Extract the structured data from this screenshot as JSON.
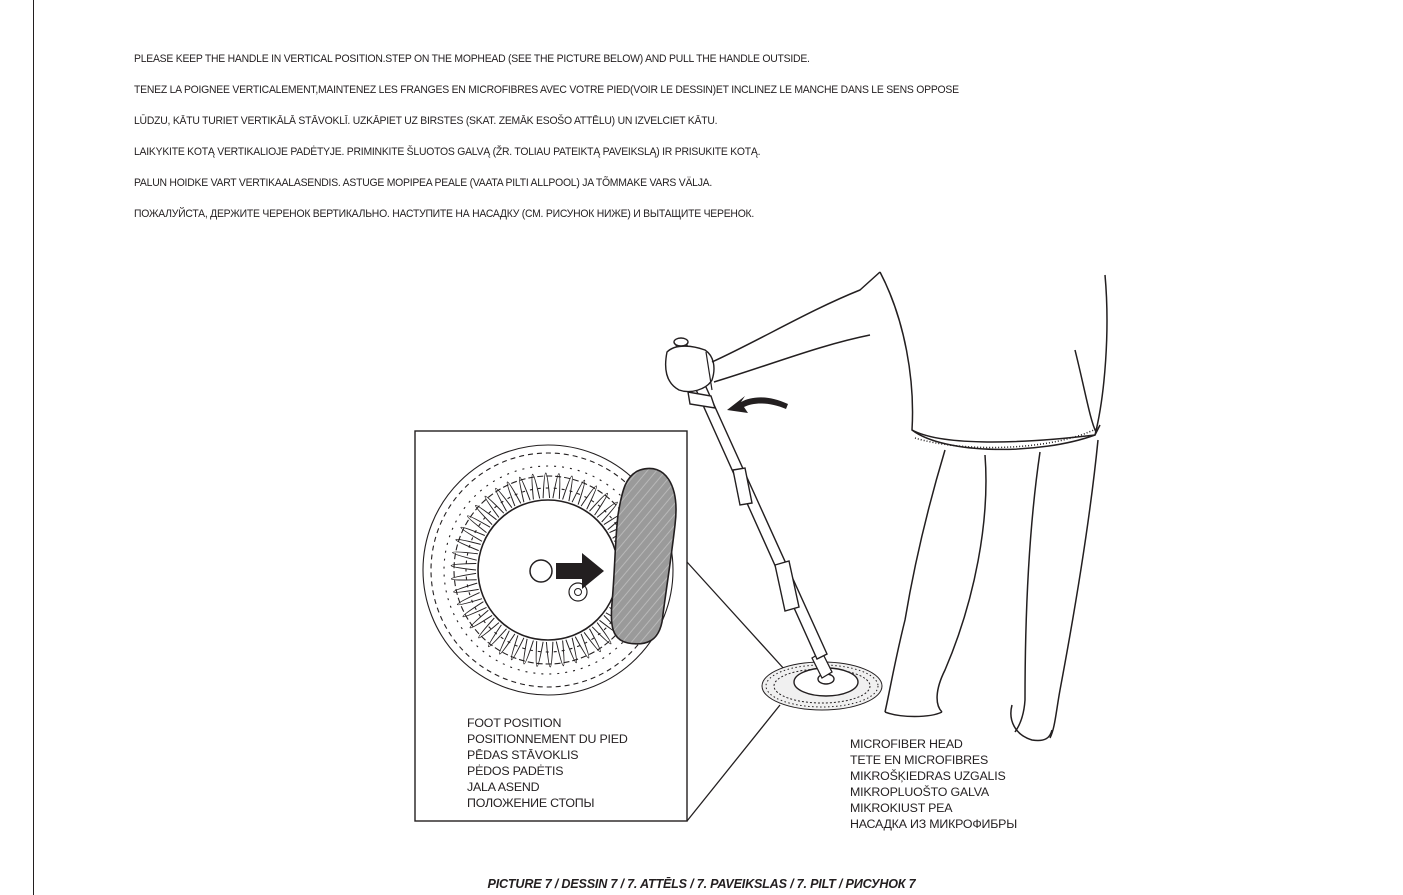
{
  "instructions": [
    "PLEASE KEEP THE HANDLE IN VERTICAL POSITION.STEP ON THE MOPHEAD (SEE THE PICTURE BELOW) AND PULL THE HANDLE OUTSIDE.",
    "TENEZ LA POIGNEE VERTICALEMENT,MAINTENEZ LES FRANGES EN MICROFIBRES AVEC VOTRE PIED(VOIR LE DESSIN)ET INCLINEZ LE MANCHE DANS LE SENS OPPOSE",
    "LŪDZU, KĀTU TURIET VERTIKĀLĀ STĀVOKLĪ. UZKĀPIET UZ BIRSTES (SKAT. ZEMĀK ESOŠO ATTĒLU) UN IZVELCIET KĀTU.",
    "LAIKYKITE KOTĄ VERTIKALIOJE PADĖTYJE. PRIMINKITE ŠLUOTOS GALVĄ (ŽR. TOLIAU PATEIKTĄ PAVEIKSLĄ) IR PRISUKITE KOTĄ.",
    "PALUN HOIDKE VART VERTIKAALASENDIS. ASTUGE MOPIPEA PEALE (VAATA PILTI ALLPOOL) JA TÕMMAKE VARS VÄLJA.",
    "ПОЖАЛУЙСТА, ДЕРЖИТЕ ЧЕРЕНОК ВЕРТИКАЛЬНО. НАСТУПИТЕ НА НАСАДКУ (СМ. РИСУНОК НИЖЕ) И ВЫТАЩИТЕ ЧЕРЕНОК."
  ],
  "foot_position_label": [
    "FOOT POSITION",
    "POSITIONNEMENT DU PIED",
    "PĒDAS STĀVOKLIS",
    "PĖDOS PADĖTIS",
    "JALA ASEND",
    "ПОЛОЖЕНИЕ СТОПЫ"
  ],
  "microfiber_head_label": [
    "MICROFIBER HEAD",
    "TETE EN MICROFIBRES",
    "MIKROŠĶIEDRAS UZGALIS",
    "MIKROPLUOŠTO GALVA",
    "MIKROKIUST PEA",
    "НАСАДКА ИЗ МИКРОФИБРЫ"
  ],
  "caption": "PICTURE 7 / DESSIN 7 / 7. ATTĒLS / 7. PAVEIKSLAS / 7. PILT  / РИСУНОК 7",
  "colors": {
    "ink": "#231f20",
    "sole": "#9a9a9a",
    "paper": "#ffffff"
  },
  "icons": [
    "arrow-right-icon",
    "curved-arrow-icon"
  ]
}
